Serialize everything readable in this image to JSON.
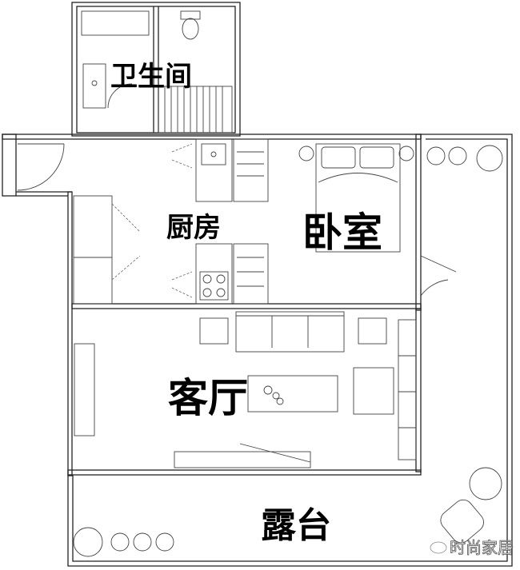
{
  "rooms": {
    "bathroom": "卫生间",
    "kitchen": "厨房",
    "bedroom": "卧室",
    "living_room": "客厅",
    "terrace": "露台"
  },
  "watermark": "时尚家居",
  "colors": {
    "line": "#222222",
    "background": "#ffffff",
    "label": "#000000"
  }
}
